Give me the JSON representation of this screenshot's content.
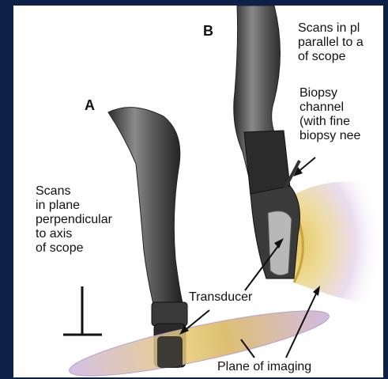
{
  "panel_labels": {
    "a": "A",
    "b": "B"
  },
  "labels": {
    "scans_parallel": "Scans in pl\nparallel to a\nof scope",
    "biopsy_channel": "Biopsy\nchannel\n(with fine\nbiopsy nee",
    "scans_perpendicular": "Scans\nin plane\nperpendicular\nto axis\nof scope",
    "transducer": "Transducer",
    "plane_of_imaging": "Plane of imaging"
  },
  "colors": {
    "background": "#0d2147",
    "scope": "#6b6b6b",
    "plane_fill": "#d9c7e6",
    "plane_band": "#e8c96a"
  }
}
